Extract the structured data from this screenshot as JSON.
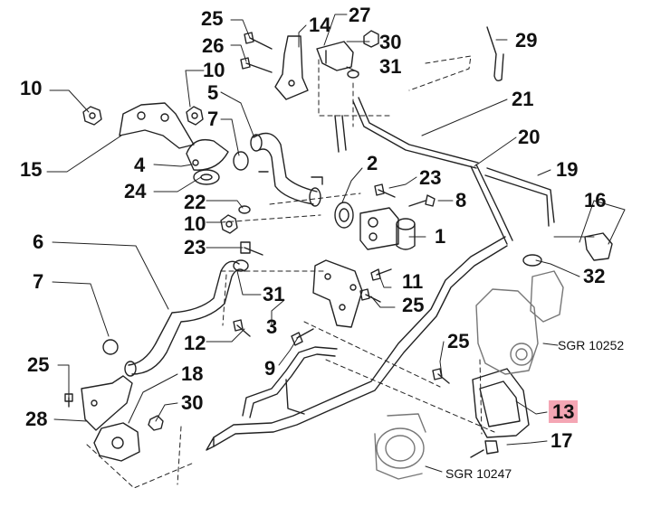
{
  "diagram": {
    "callouts": [
      {
        "id": "c1",
        "text": "1"
      },
      {
        "id": "c2",
        "text": "2"
      },
      {
        "id": "c3",
        "text": "3"
      },
      {
        "id": "c4",
        "text": "4"
      },
      {
        "id": "c5",
        "text": "5"
      },
      {
        "id": "c6",
        "text": "6"
      },
      {
        "id": "c7a",
        "text": "7"
      },
      {
        "id": "c7b",
        "text": "7"
      },
      {
        "id": "c8",
        "text": "8"
      },
      {
        "id": "c9",
        "text": "9"
      },
      {
        "id": "c10a",
        "text": "10"
      },
      {
        "id": "c10b",
        "text": "10"
      },
      {
        "id": "c10c",
        "text": "10"
      },
      {
        "id": "c11",
        "text": "11"
      },
      {
        "id": "c12",
        "text": "12"
      },
      {
        "id": "c13",
        "text": "13"
      },
      {
        "id": "c14",
        "text": "14"
      },
      {
        "id": "c15",
        "text": "15"
      },
      {
        "id": "c16",
        "text": "16"
      },
      {
        "id": "c17",
        "text": "17"
      },
      {
        "id": "c18",
        "text": "18"
      },
      {
        "id": "c19",
        "text": "19"
      },
      {
        "id": "c20",
        "text": "20"
      },
      {
        "id": "c21",
        "text": "21"
      },
      {
        "id": "c22",
        "text": "22"
      },
      {
        "id": "c23a",
        "text": "23"
      },
      {
        "id": "c23b",
        "text": "23"
      },
      {
        "id": "c24",
        "text": "24"
      },
      {
        "id": "c25a",
        "text": "25"
      },
      {
        "id": "c25b",
        "text": "25"
      },
      {
        "id": "c25c",
        "text": "25"
      },
      {
        "id": "c25d",
        "text": "25"
      },
      {
        "id": "c26",
        "text": "26"
      },
      {
        "id": "c27",
        "text": "27"
      },
      {
        "id": "c28",
        "text": "28"
      },
      {
        "id": "c29",
        "text": "29"
      },
      {
        "id": "c30a",
        "text": "30"
      },
      {
        "id": "c30b",
        "text": "30"
      },
      {
        "id": "c31a",
        "text": "31"
      },
      {
        "id": "c31b",
        "text": "31"
      },
      {
        "id": "c32",
        "text": "32"
      }
    ],
    "references": [
      {
        "id": "r1",
        "text": "SGR 10252"
      },
      {
        "id": "r2",
        "text": "SGR 10247"
      }
    ],
    "highlight_color": "#f4a6b4"
  }
}
